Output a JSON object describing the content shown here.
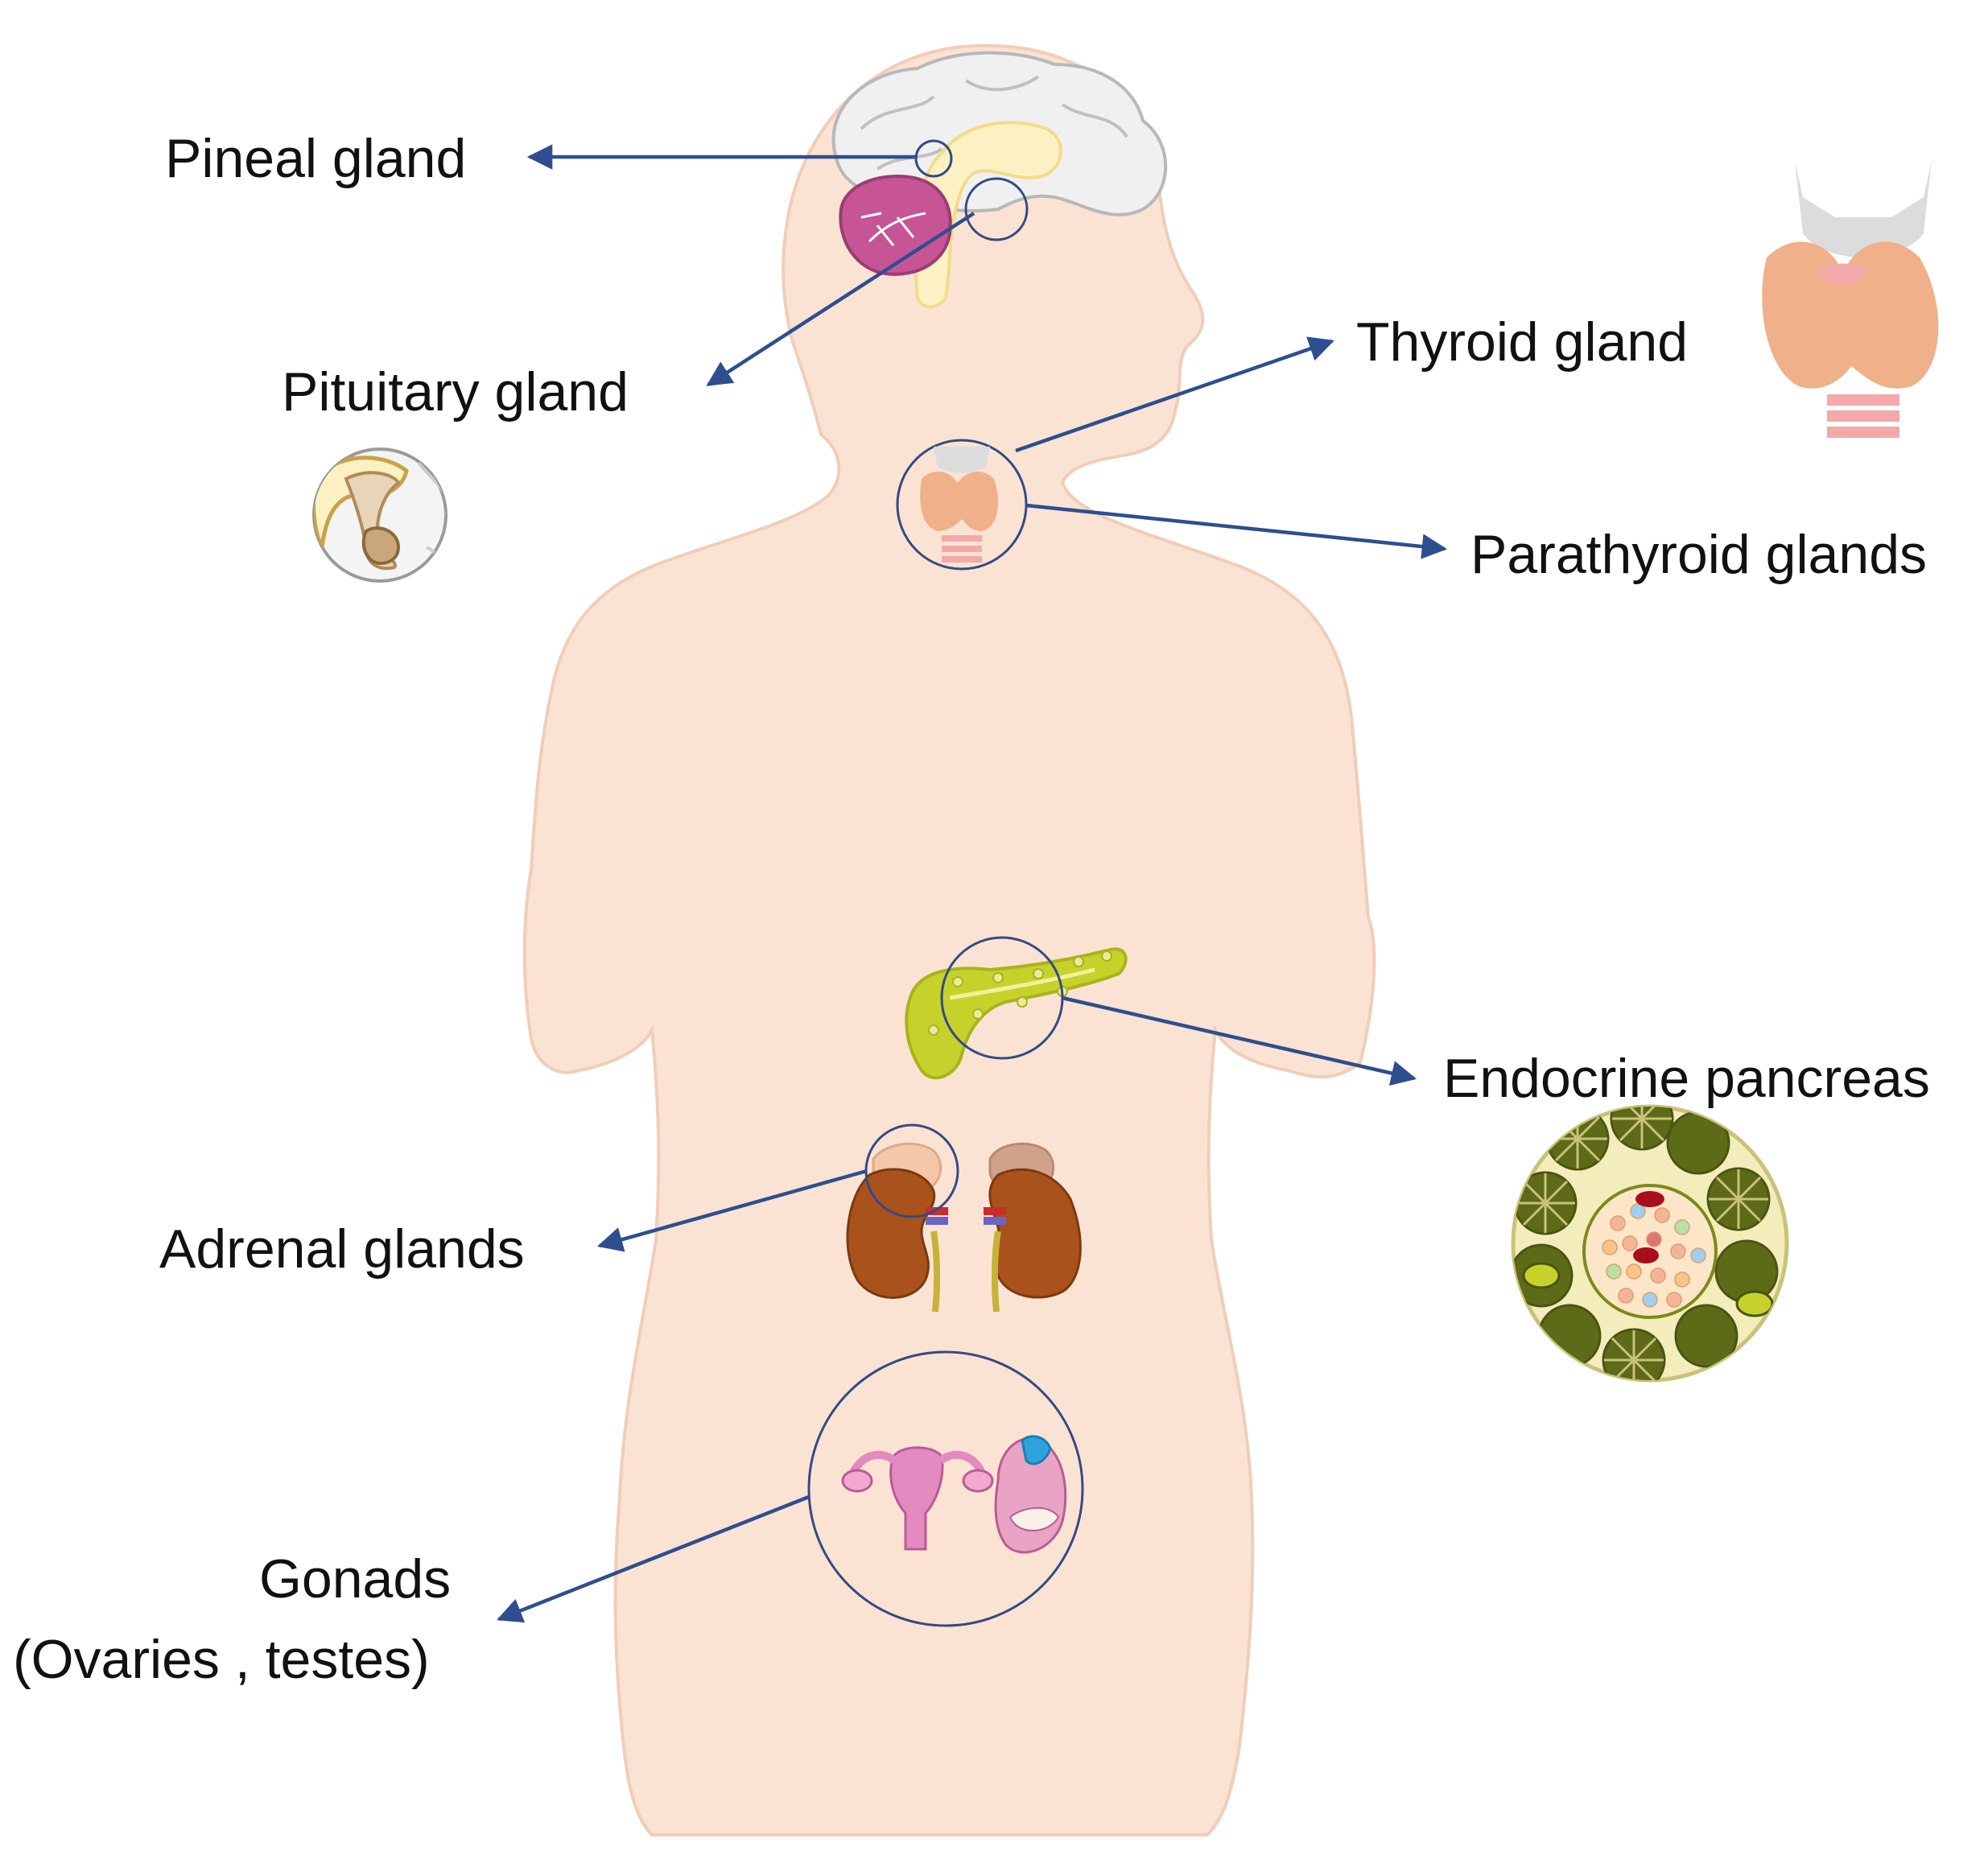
{
  "labels": {
    "pineal": "Pineal gland",
    "pituitary": "Pituitary gland",
    "thyroid": "Thyroid gland",
    "parathyroid": "Parathyroid glands",
    "pancreas": "Endocrine pancreas",
    "adrenal": "Adrenal glands",
    "gonads_line1": "Gonads",
    "gonads_line2": "(Ovaries , testes)"
  },
  "colors": {
    "skin": "#fbe3d4",
    "skin_edge": "#f1cdb9",
    "arrow": "#2f4e8f",
    "circle": "#344a85",
    "brain": "#f0f0f0",
    "cerebellum": "#c75596",
    "pancreas": "#c7d12c",
    "kidney": "#a9521b",
    "adrenal": "#f3c7a8",
    "thyroid": "#f0b08a",
    "uterus": "#e38ac0",
    "islet_ring": "#5d6a18"
  }
}
